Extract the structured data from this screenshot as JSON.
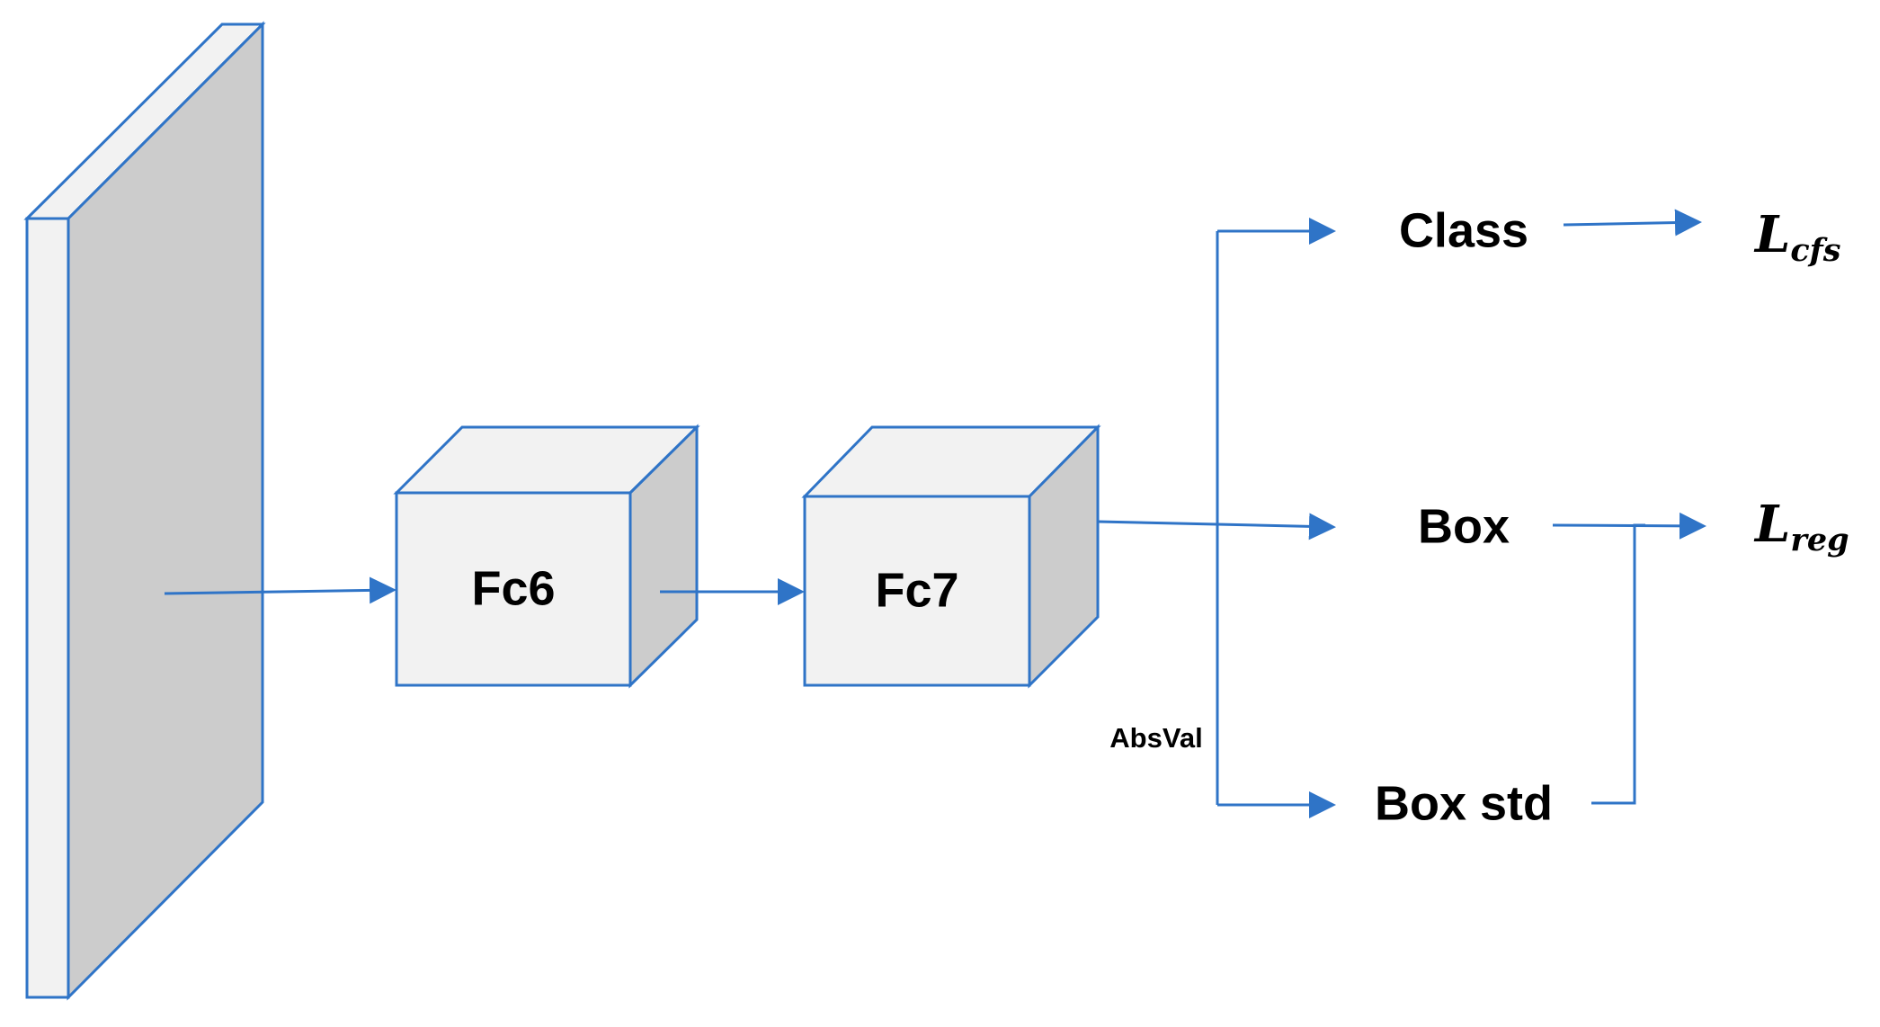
{
  "layers": {
    "fc6": "Fc6",
    "fc7": "Fc7"
  },
  "outputs": {
    "class": "Class",
    "box": "Box",
    "box_std": "Box std"
  },
  "annotations": {
    "absval": "AbsVal"
  },
  "losses": {
    "cls": {
      "main": "L",
      "sub": "cfs"
    },
    "reg": {
      "main": "L",
      "sub": "reg"
    }
  },
  "colors": {
    "stroke": "#2f74c7",
    "face_light": "#f2f2f2",
    "face_shade": "#cccccc",
    "text": "#000000"
  }
}
